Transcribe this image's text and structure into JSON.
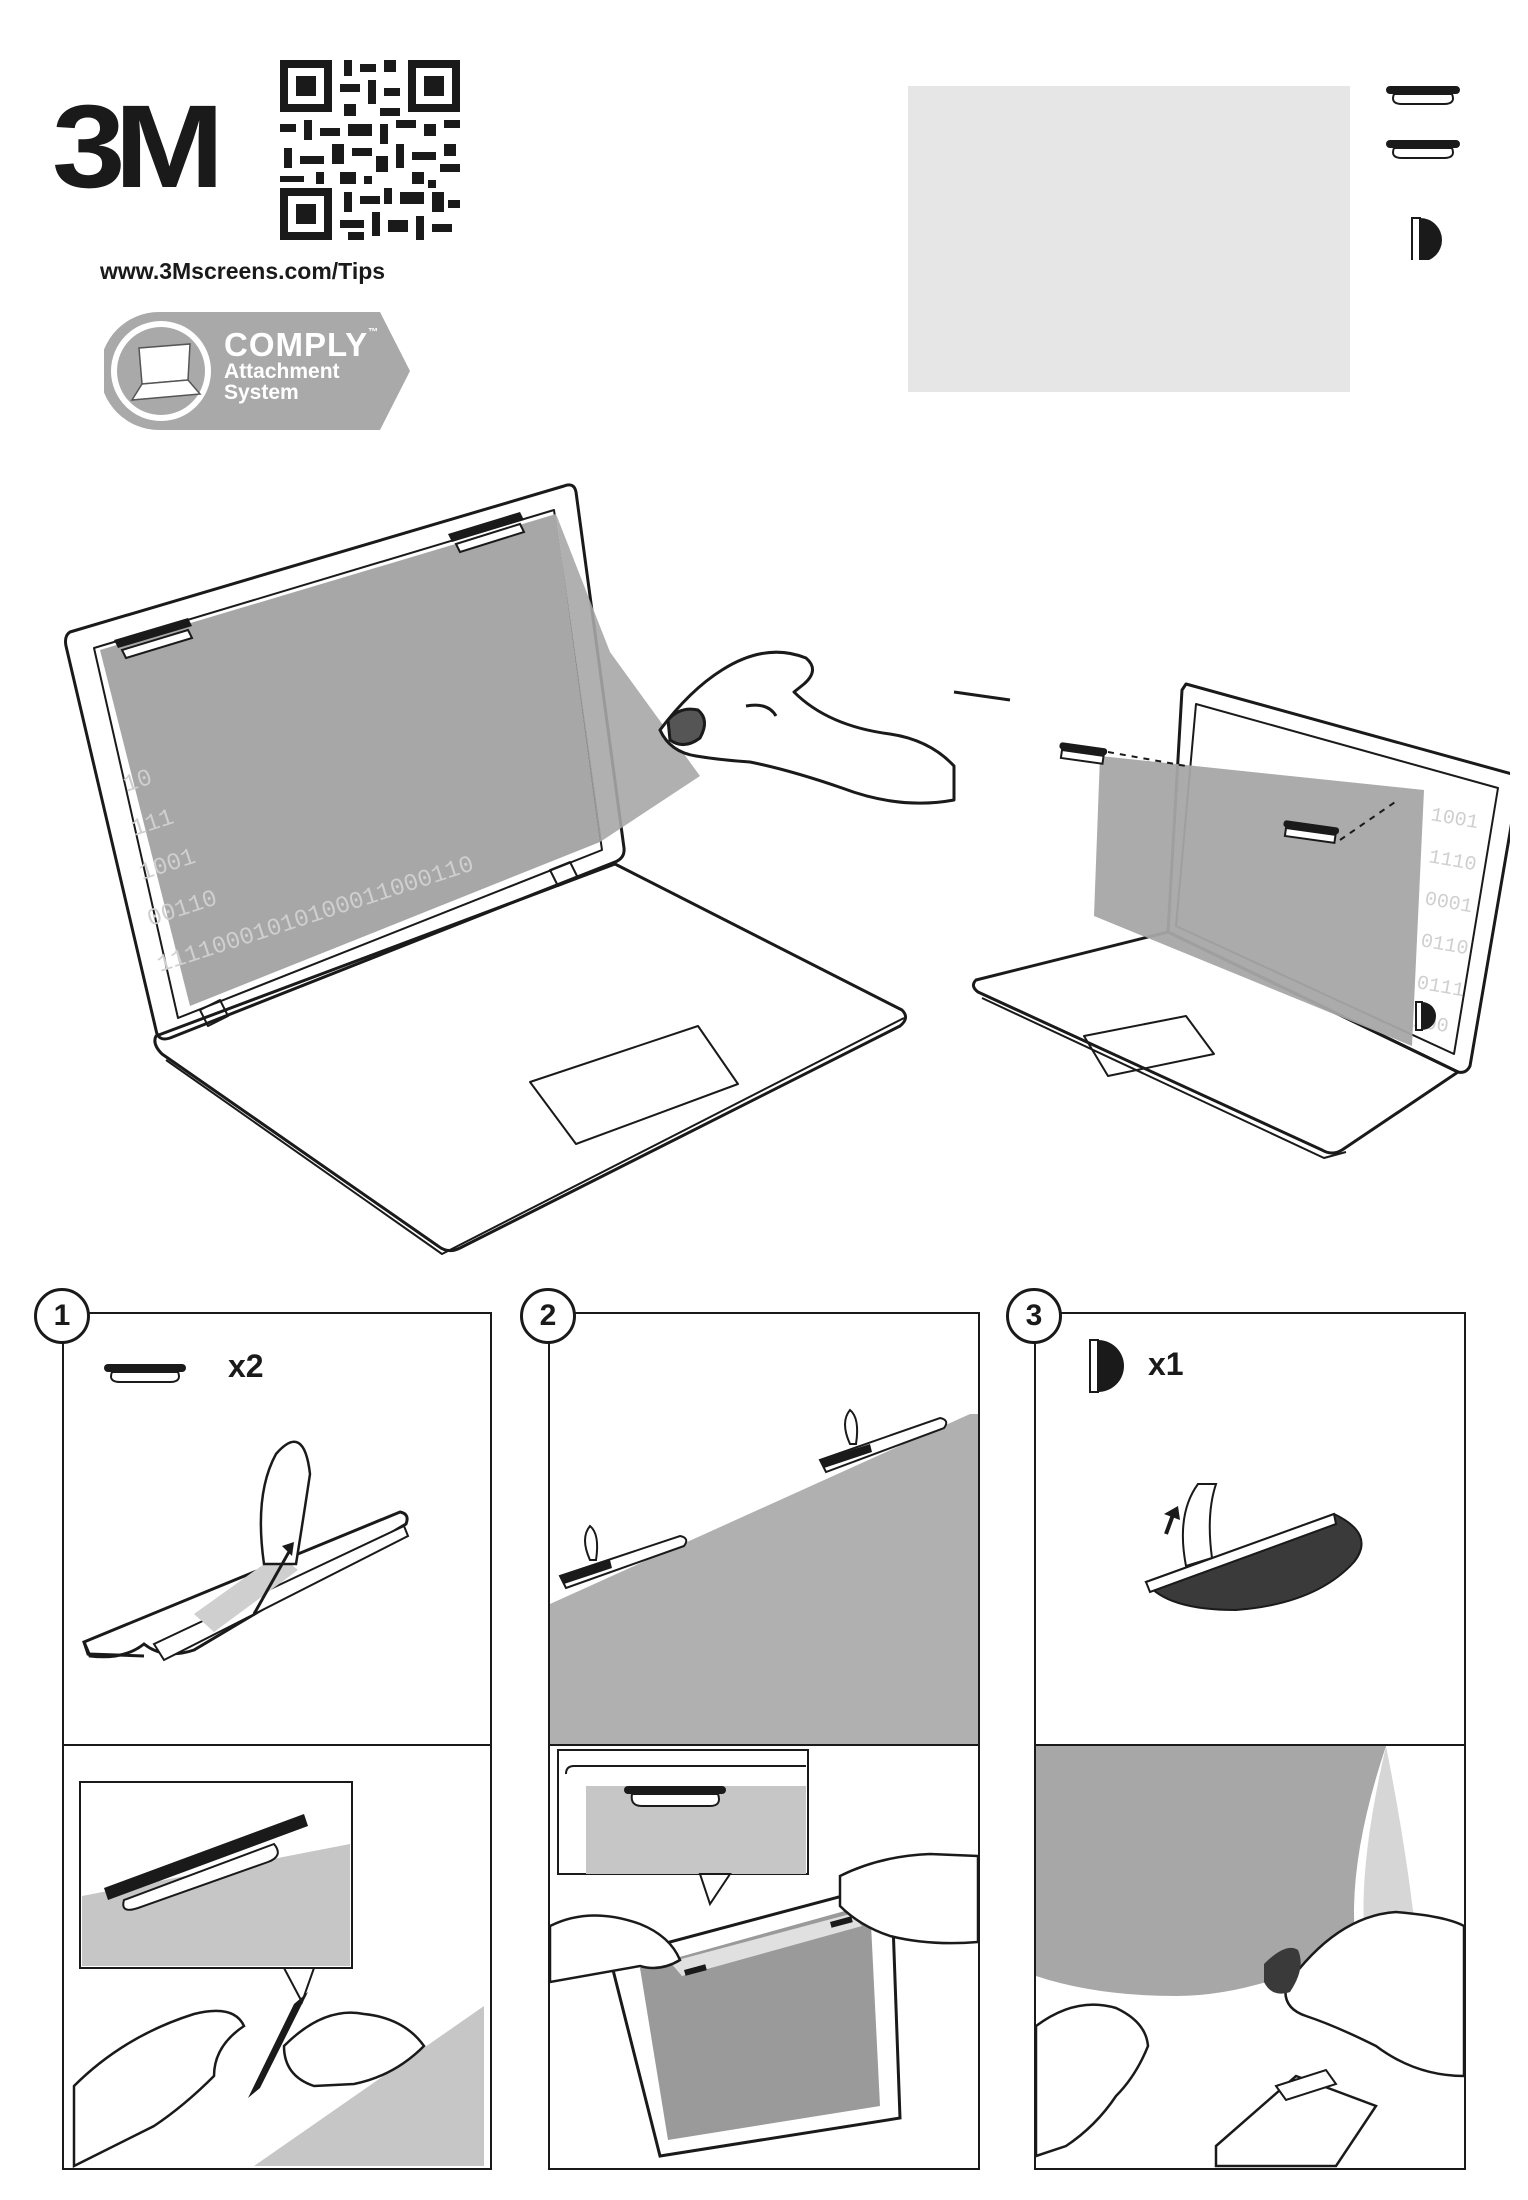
{
  "header": {
    "logo_text": "3M",
    "url": "www.3Mscreens.com/Tips",
    "comply_badge": {
      "title": "COMPLY",
      "trademark": "™",
      "line1": "Attachment",
      "line2": "System"
    }
  },
  "steps": [
    {
      "number": "1",
      "quantity": "x2"
    },
    {
      "number": "2"
    },
    {
      "number": "3",
      "quantity": "x1"
    }
  ],
  "colors": {
    "ink": "#1a1a1a",
    "filter_grey": "#a7a7a7",
    "badge_grey": "#a9a9a9",
    "placeholder_grey": "#e6e6e6"
  },
  "icons": [
    "qr-code-icon",
    "tab-strip-icon",
    "half-circle-tab-icon",
    "laptop-illustration",
    "hand-illustration"
  ]
}
